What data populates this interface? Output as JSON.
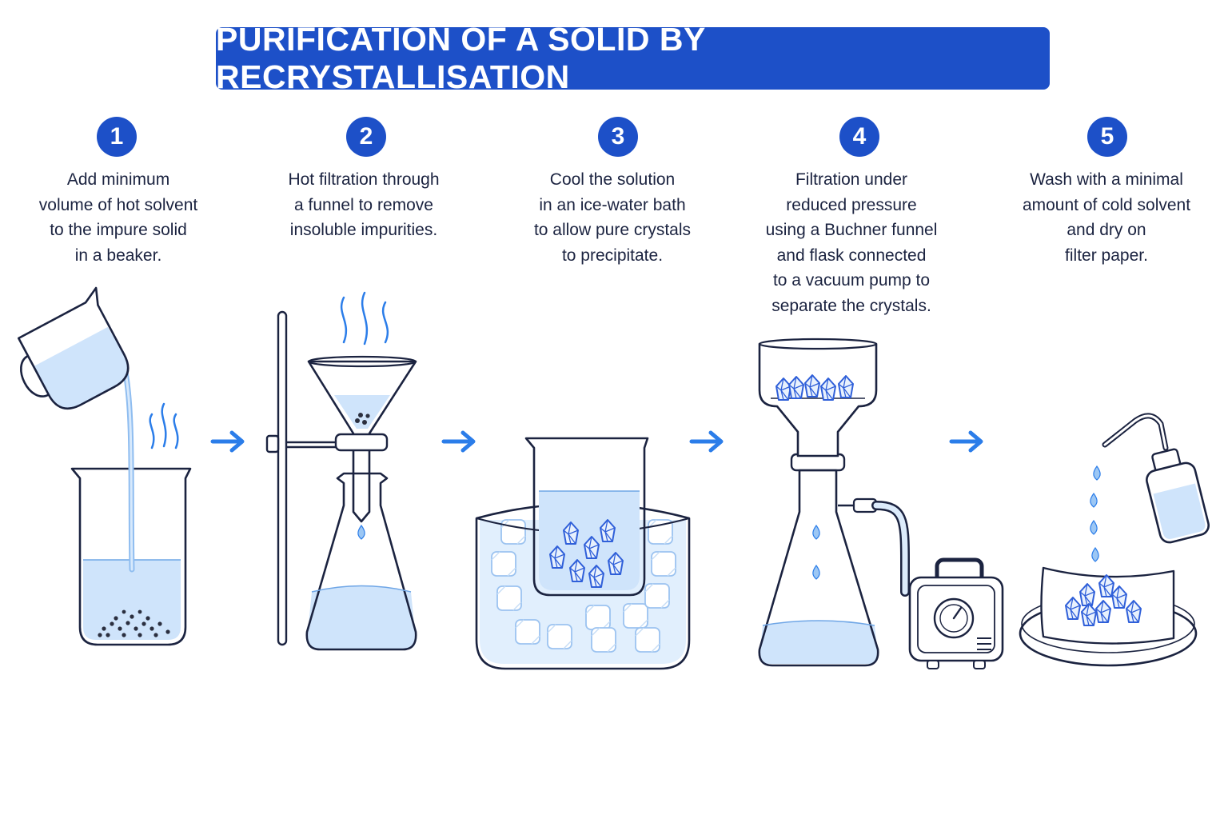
{
  "title": "PURIFICATION OF A SOLID BY RECRYSTALLISATION",
  "steps": [
    {
      "number": "1",
      "lines": [
        "Add minimum",
        "volume of hot solvent",
        "to the impure solid",
        "in a beaker."
      ]
    },
    {
      "number": "2",
      "lines": [
        "Hot filtration through",
        "a funnel to remove",
        "insoluble impurities."
      ]
    },
    {
      "number": "3",
      "lines": [
        "Cool the solution",
        "in an ice-water bath",
        "to allow pure crystals",
        "to precipitate."
      ]
    },
    {
      "number": "4",
      "lines": [
        "Filtration under",
        "reduced pressure",
        "using a Buchner funnel",
        "and flask connected",
        "to a vacuum pump to",
        "separate the crystals."
      ]
    },
    {
      "number": "5",
      "lines": [
        "Wash with a minimal",
        "amount of cold solvent",
        "and dry on",
        "filter paper."
      ]
    }
  ],
  "colors": {
    "accent": "#1d50c8",
    "outline": "#1b2340",
    "liquid": "#cfe4fb",
    "crystal": "#2f5fd9",
    "arrow": "#2b7de9"
  },
  "icons": [
    "beaker-icon",
    "pouring-jug-icon",
    "steam-icon",
    "retort-stand-icon",
    "filter-funnel-icon",
    "conical-flask-icon",
    "ice-bath-icon",
    "crystal-icon",
    "buchner-funnel-icon",
    "buchner-flask-icon",
    "vacuum-pump-icon",
    "wash-bottle-icon",
    "watch-glass-icon",
    "filter-paper-icon",
    "arrow-right-icon"
  ]
}
